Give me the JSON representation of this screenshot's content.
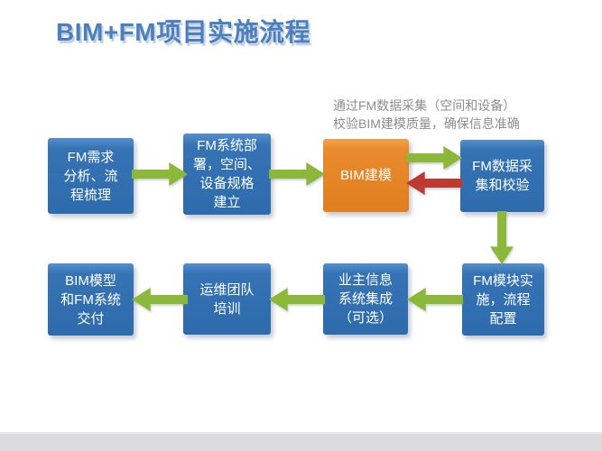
{
  "slide": {
    "title": "BIM+FM项目实施流程",
    "annotation": "通过FM数据采集（空间和设备）\n校验BIM建模质量，确保信息准确"
  },
  "flow": {
    "boxes": [
      {
        "label": "FM需求\n分析、流\n程梳理",
        "type": "blue"
      },
      {
        "label": "FM系统部\n署，空间、\n设备规格\n建立",
        "type": "blue"
      },
      {
        "label": "BIM建模",
        "type": "orange"
      },
      {
        "label": "FM数据采\n集和校验",
        "type": "blue"
      },
      {
        "label": "FM模块实\n施，流程\n配置",
        "type": "blue"
      },
      {
        "label": "业主信息\n系统集成\n（可选）",
        "type": "blue"
      },
      {
        "label": "运维团队\n培训",
        "type": "blue"
      },
      {
        "label": "BIM模型\n和FM系统\n交付",
        "type": "blue"
      }
    ],
    "arrows": [
      {
        "from": "FM需求分析、流程梳理",
        "to": "FM系统部署，空间、设备规格建立",
        "color": "green",
        "direction": "right"
      },
      {
        "from": "FM系统部署，空间、设备规格建立",
        "to": "BIM建模",
        "color": "green",
        "direction": "right"
      },
      {
        "from": "BIM建模",
        "to": "FM数据采集和校验",
        "color": "green",
        "direction": "right"
      },
      {
        "from": "FM数据采集和校验",
        "to": "BIM建模",
        "color": "red",
        "direction": "left"
      },
      {
        "from": "FM数据采集和校验",
        "to": "FM模块实施，流程配置",
        "color": "green",
        "direction": "down"
      },
      {
        "from": "FM模块实施，流程配置",
        "to": "业主信息系统集成（可选）",
        "color": "green",
        "direction": "left"
      },
      {
        "from": "业主信息系统集成（可选）",
        "to": "运维团队培训",
        "color": "green",
        "direction": "left"
      },
      {
        "from": "运维团队培训",
        "to": "BIM模型和FM系统交付",
        "color": "green",
        "direction": "left"
      }
    ]
  },
  "colors": {
    "box_blue": "#3070B2",
    "box_orange": "#E8892C",
    "arrow_green": "#8BB838",
    "arrow_red": "#BE3A31",
    "title_blue": "#4C80BC",
    "annotation_gray": "#8E8E8E",
    "footer_gray": "#DBDBDD"
  }
}
